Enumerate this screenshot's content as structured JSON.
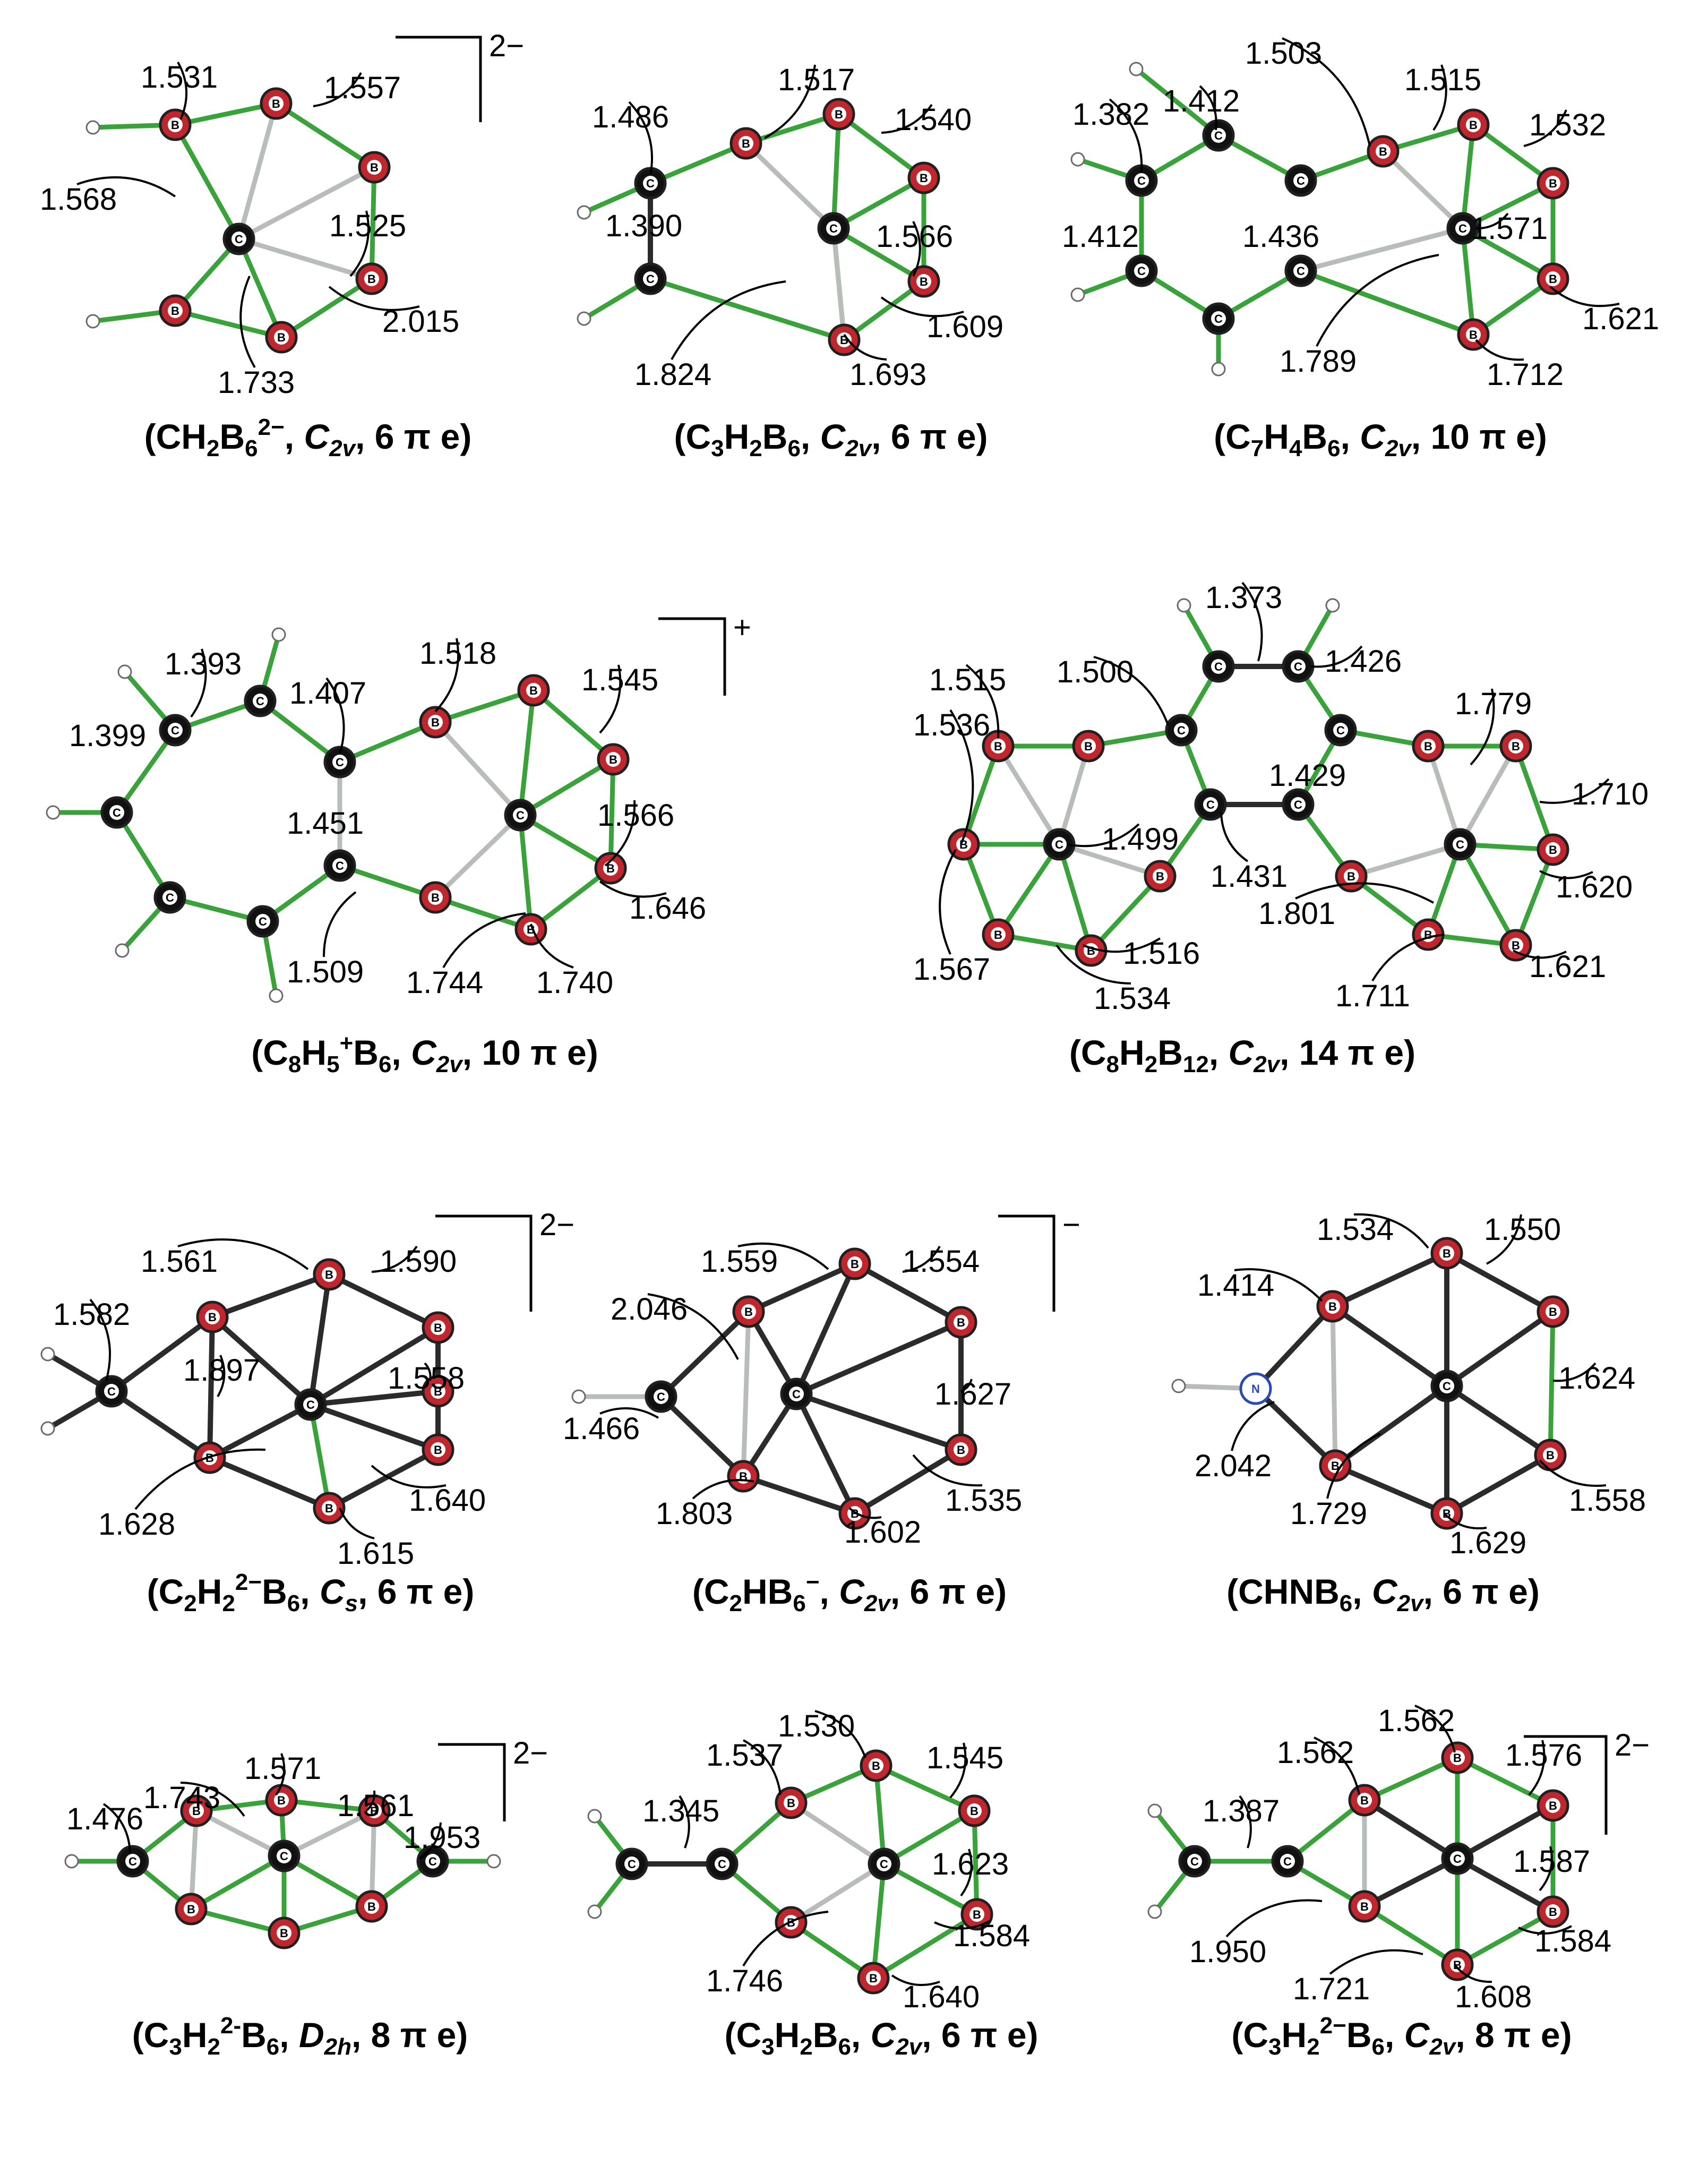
{
  "colors": {
    "boron": "#c0262d",
    "carbon": "#111111",
    "nitrogen": "#2a49b5",
    "hydrogen": "#ffffff",
    "bond_green": "#3aa23a",
    "bond_gray": "#b9bdb9",
    "text": "#000000"
  },
  "atom_symbols": {
    "boron": "B",
    "carbon": "C",
    "nitrogen": "N"
  },
  "molecules": [
    {
      "caption": {
        "p1": "(CH",
        "s1": "2",
        "p2": "B",
        "s2": "6",
        "sup": "2−",
        "p3": ", ",
        "ital": "C",
        "isub": "2v",
        "tail": ", 6 π e)"
      },
      "charge": "2−",
      "bond_lengths": [
        "1.531",
        "1.557",
        "1.568",
        "1.525",
        "2.015",
        "1.733"
      ]
    },
    {
      "caption": {
        "p1": "(C",
        "s1": "3",
        "p2": "H",
        "s2": "2",
        "p3": "B",
        "s3": "6",
        "p4": ", ",
        "ital": "C",
        "isub": "2v",
        "tail": ", 6 π e)"
      },
      "bond_lengths": [
        "1.517",
        "1.486",
        "1.540",
        "1.390",
        "1.566",
        "1.824",
        "1.609",
        "1.693"
      ]
    },
    {
      "caption": {
        "p1": "(C",
        "s1": "7",
        "p2": "H",
        "s2": "4",
        "p3": "B",
        "s3": "6",
        "p4": ", ",
        "ital": "C",
        "isub": "2v",
        "tail": ", 10 π e)"
      },
      "bond_lengths": [
        "1.503",
        "1.515",
        "1.382",
        "1.412",
        "1.532",
        "1.412",
        "1.436",
        "1.571",
        "1.621",
        "1.789",
        "1.712"
      ]
    },
    {
      "caption": {
        "p1": "(C",
        "s1": "8",
        "p2": "H",
        "s2": "5",
        "p3": "B",
        "s3": "6",
        "sup": "+",
        "p4": ", ",
        "ital": "C",
        "isub": "2v",
        "tail": ", 10 π e)"
      },
      "charge": "+",
      "bond_lengths": [
        "1.393",
        "1.518",
        "1.545",
        "1.407",
        "1.399",
        "1.451",
        "1.566",
        "1.646",
        "1.509",
        "1.744",
        "1.740"
      ]
    },
    {
      "caption": {
        "p1": "(C",
        "s1": "8",
        "p2": "H",
        "s2": "2",
        "p3": "B",
        "s3": "12",
        "p4": ", ",
        "ital": "C",
        "isub": "2v",
        "tail": ", 14 π e)"
      },
      "bond_lengths": [
        "1.373",
        "1.426",
        "1.515",
        "1.500",
        "1.779",
        "1.536",
        "1.429",
        "1.710",
        "1.499",
        "1.431",
        "1.620",
        "1.801",
        "1.516",
        "1.567",
        "1.534",
        "1.711",
        "1.621"
      ]
    },
    {
      "caption": {
        "p1": "(C",
        "s1": "2",
        "p2": "H",
        "s2": "2",
        "p3": "B",
        "s3": "6",
        "sup": "2−",
        "p4": ", ",
        "ital": "C",
        "isub": "s",
        "tail": ", 6 π e)"
      },
      "charge": "2−",
      "bond_lengths": [
        "1.561",
        "1.590",
        "1.582",
        "1.897",
        "1.558",
        "1.640",
        "1.628",
        "1.615"
      ]
    },
    {
      "caption": {
        "p1": "(C",
        "s1": "2",
        "p2": "HB",
        "s2": "6",
        "sup": "−",
        "p3": ", ",
        "ital": "C",
        "isub": "2v",
        "tail": ", 6 π e)"
      },
      "charge": "−",
      "bond_lengths": [
        "1.559",
        "1.554",
        "2.046",
        "1.627",
        "1.466",
        "1.535",
        "1.803",
        "1.602"
      ]
    },
    {
      "caption": {
        "p1": "(CHNB",
        "s1": "6",
        "p2": ", ",
        "ital": "C",
        "isub": "2v",
        "tail": ", 6 π e)"
      },
      "bond_lengths": [
        "1.534",
        "1.550",
        "1.414",
        "1.624",
        "2.042",
        "1.558",
        "1.729",
        "1.629"
      ]
    },
    {
      "caption": {
        "p1": "(C",
        "s1": "3",
        "p2": "H",
        "s2": "2",
        "p3": "B",
        "s3": "6",
        "sup": "2-",
        "p4": ", ",
        "ital": "D",
        "isub": "2h",
        "tail": ", 8 π e)"
      },
      "charge": "2−",
      "bond_lengths": [
        "1.571",
        "1.743",
        "1.561",
        "1.476",
        "1.953"
      ]
    },
    {
      "caption": {
        "p1": "(C",
        "s1": "3",
        "p2": "H",
        "s2": "2",
        "p3": "B",
        "s3": "6",
        "p4": ", ",
        "ital": "C",
        "isub": "2v",
        "tail": ", 6 π e)"
      },
      "bond_lengths": [
        "1.530",
        "1.537",
        "1.545",
        "1.345",
        "1.623",
        "1.584",
        "1.746",
        "1.640"
      ]
    },
    {
      "caption": {
        "p1": "(C",
        "s1": "3",
        "p2": "H",
        "s2": "2",
        "p3": "B",
        "s3": "6",
        "sup": "2−",
        "p4": ", ",
        "ital": "C",
        "isub": "2v",
        "tail": ", 8 π e)"
      },
      "charge": "2−",
      "bond_lengths": [
        "1.562",
        "1.562",
        "1.576",
        "1.387",
        "1.587",
        "1.950",
        "1.584",
        "1.721",
        "1.608"
      ]
    }
  ]
}
